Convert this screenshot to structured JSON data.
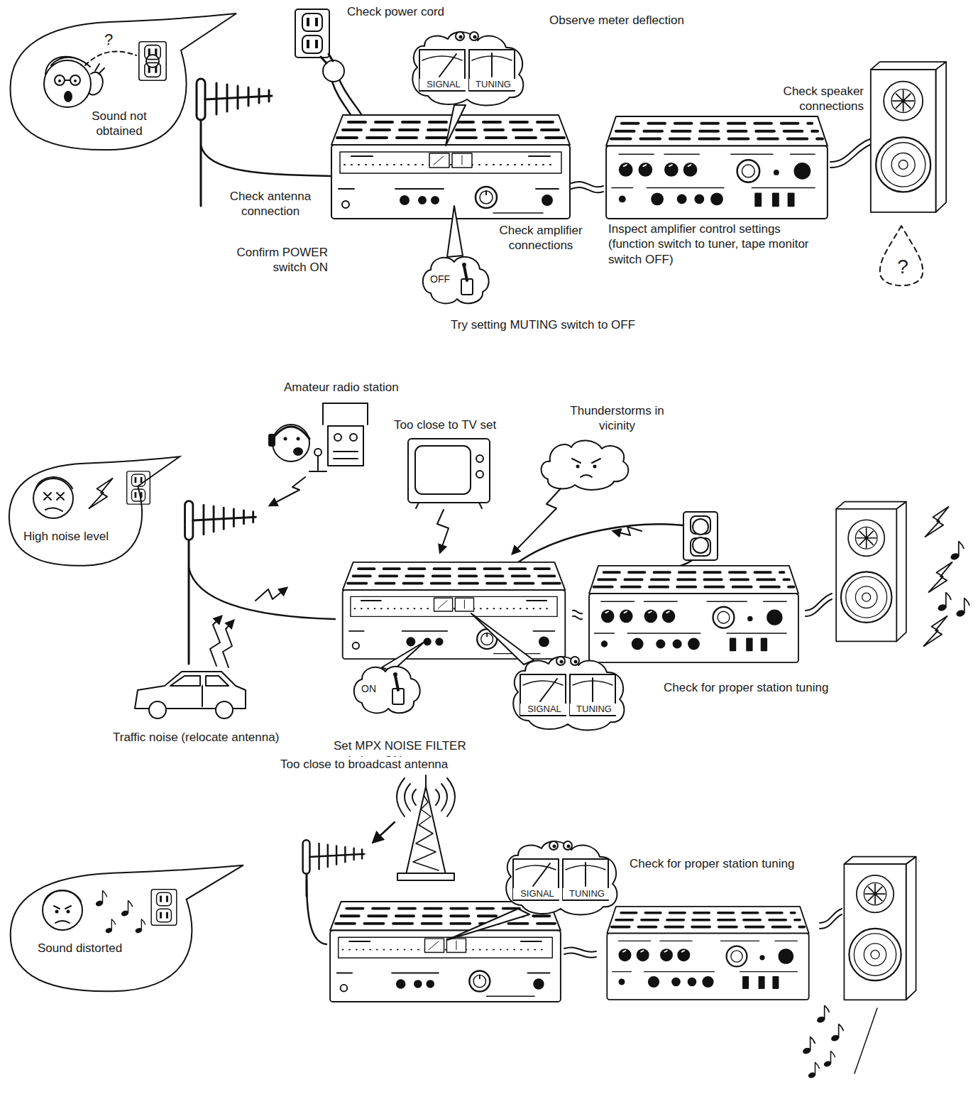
{
  "diagram": {
    "nodes": [
      {
        "text": [
          "Sound not obtained"
        ]
      },
      {
        "text": [
          "High noise level"
        ]
      },
      {
        "text": [
          "Sound distorted"
        ]
      }
    ],
    "edges": [],
    "labels": [
      "Check power cord",
      "Observe meter deflection",
      "SIGNAL",
      "TUNING",
      "?",
      "Check speaker connections",
      "?",
      "Check antenna connection",
      "Check amplifier connections",
      "Inspect amplifier control settings (function switch to tuner, tape monitor switch OFF)",
      "Confirm POWER switch ON",
      "OFF",
      "Try setting MUTING switch to OFF",
      "Amateur radio station",
      "Too close to TV set",
      "Thunderstorms in vicinity",
      "SIGNAL",
      "TUNING",
      "Check for proper station tuning",
      "ON",
      "Set MPX NOISE FILTER switch to ON",
      "Traffic noise (relocate antenna)",
      "Too close to broadcast antenna",
      "Check for proper station tuning",
      "SIGNAL",
      "TUNING"
    ]
  }
}
